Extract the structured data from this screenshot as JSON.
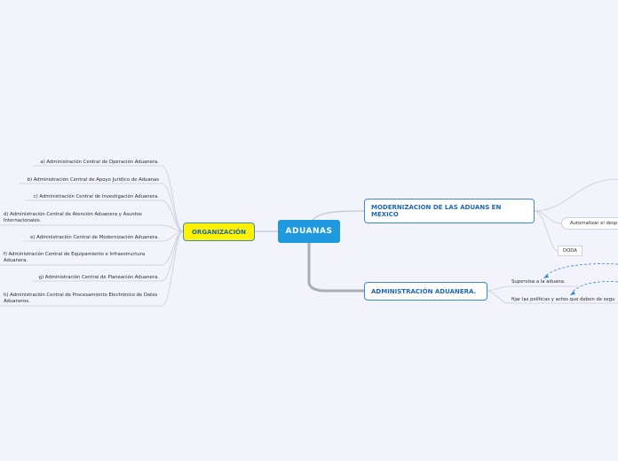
{
  "central": {
    "label": "ADUANAS"
  },
  "organizacion": {
    "label": "ORGANIZACIÓN",
    "items": [
      "a) Administración Central de Operación Aduanera.",
      "b) Administración Central de Apoyo Jurídico de Aduanas",
      "c) Administración Central de Investigación Aduanera.",
      "d) Administración Central de Atención Aduanera y Asuntos Internacionales.",
      "e) Administración Central de Modernización Aduanera.",
      "f) Administración Central de Equipamiento e Infraestructura Aduanera.",
      "g) Administración Central de Planeación Aduanera.",
      "h) Administración Central de Procesamiento Electrónico de Datos Aduaneros."
    ]
  },
  "modernizacion": {
    "label": "MODERNIZACION DE LAS ADUANS EN MEXICO",
    "items": [
      "Automatizar el desp",
      "DODA"
    ]
  },
  "administracion": {
    "label": "ADMINISTRACIÓN ADUANERA.",
    "items": [
      "Supervisa a la aduana.",
      "fijar las políticas y actos que deben de segu"
    ]
  },
  "colors": {
    "background": "#f2f3fb",
    "central": "#1f9ae0",
    "accent_border": "#3a8ad0",
    "accent_text": "#1e67b8",
    "highlight": "#fff200",
    "link": "#c8cdd8",
    "dashed_link": "#3a8ad0"
  }
}
